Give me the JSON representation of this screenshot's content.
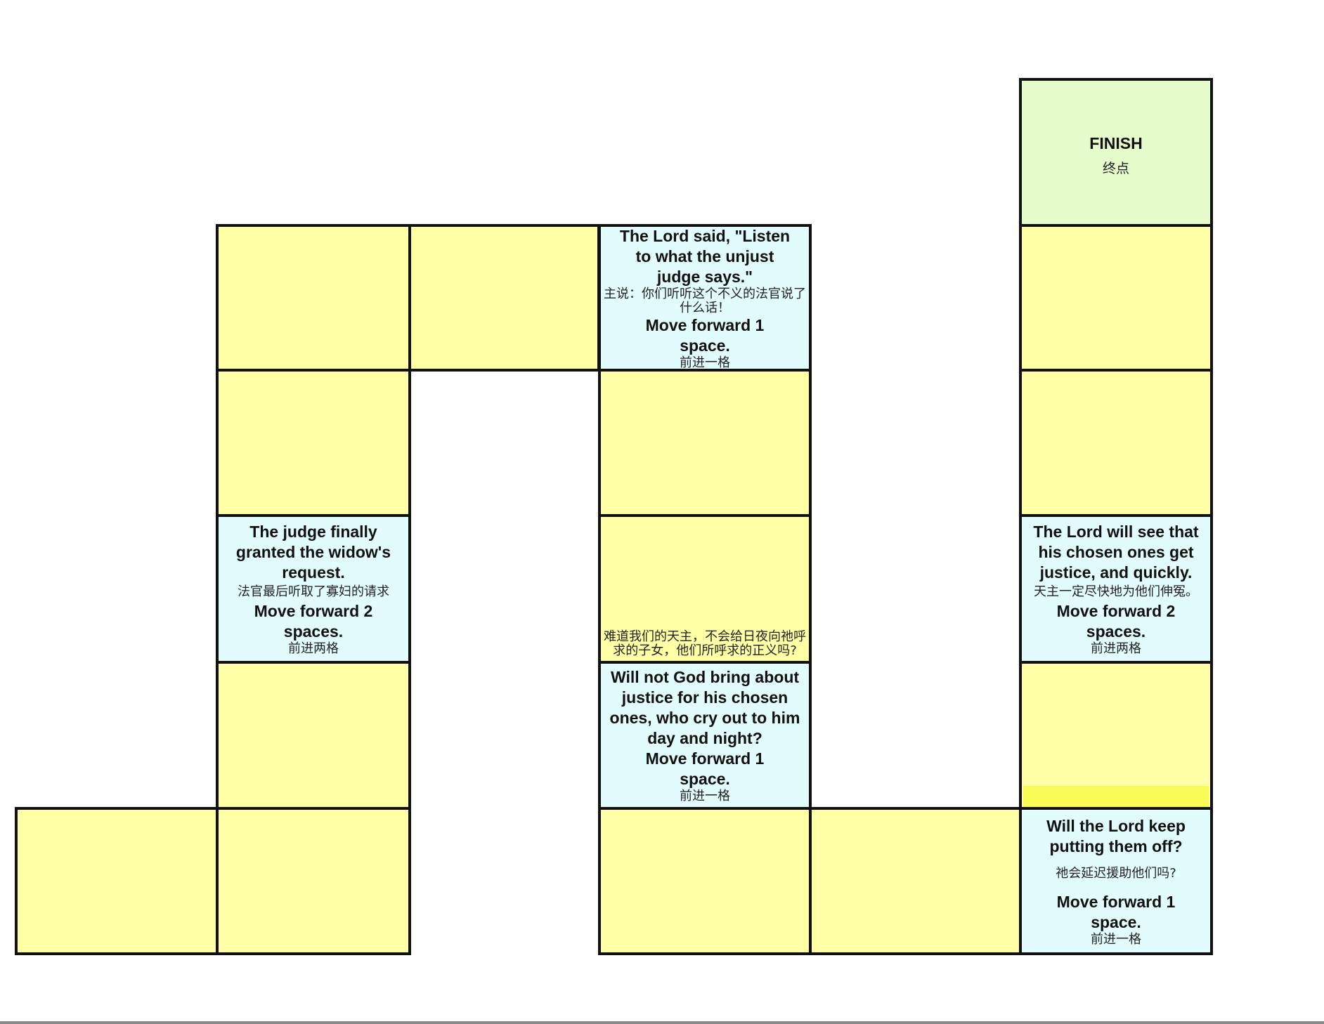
{
  "finish": {
    "title": "FINISH",
    "zh": "终点"
  },
  "squares": {
    "lord_said": {
      "en": "The Lord said, \"Listen to what the unjust judge says.\"",
      "zh": "主说：你们听听这个不义的法官说了什么话！",
      "move": "Move forward 1 space.",
      "move_zh": "前进一格"
    },
    "judge_granted": {
      "en": "The judge finally granted the widow's request.",
      "zh": "法官最后听取了寡妇的请求",
      "move": "Move forward 2 spaces.",
      "move_zh": "前进两格"
    },
    "lord_justice": {
      "en": "The Lord will see that his chosen ones get justice, and quickly.",
      "zh": "天主一定尽快地为他们伸冤。",
      "move": "Move forward 2 spaces.",
      "move_zh": "前进两格"
    },
    "god_zh": {
      "zh": "难道我们的天主，不会给日夜向祂呼求的子女，他们所呼求的正义吗?"
    },
    "will_not_god": {
      "en": "Will not God bring about justice for his chosen ones, who cry out to him day and night?",
      "move": "Move forward 1 space.",
      "move_zh": "前进一格"
    },
    "put_off": {
      "en": "Will the Lord keep putting them off?",
      "zh": "祂会延迟援助他们吗?",
      "move": "Move forward 1 space.",
      "move_zh": "前进一格"
    }
  }
}
